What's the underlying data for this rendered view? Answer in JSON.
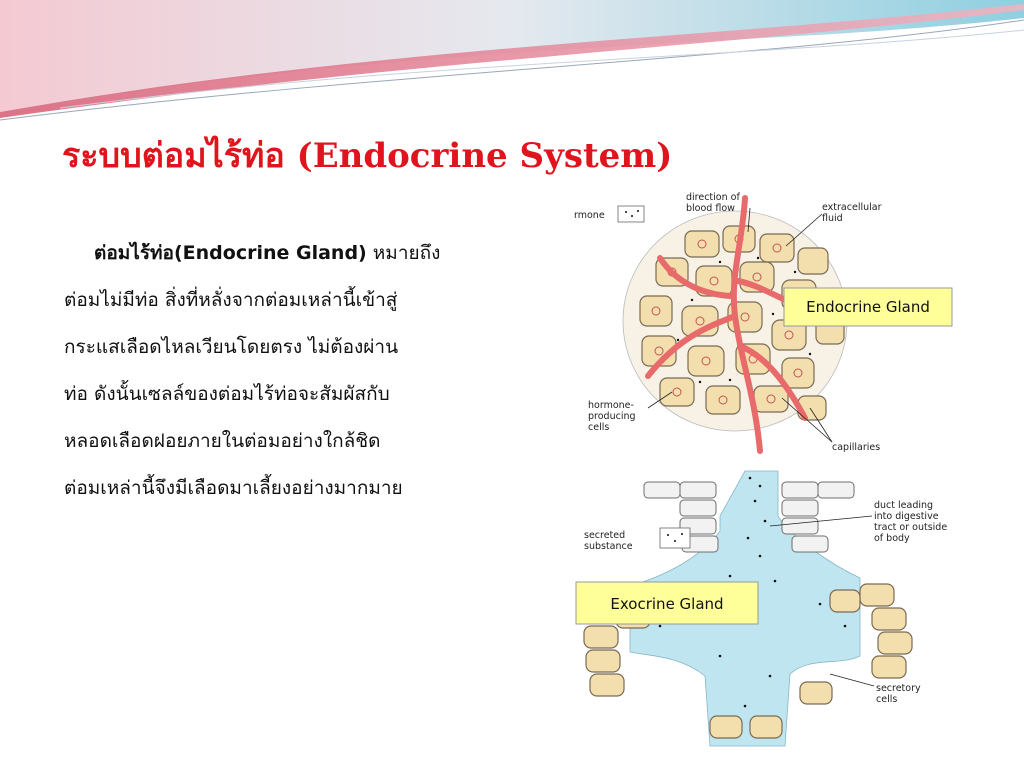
{
  "slide": {
    "title": "ระบบต่อมไร้ท่อ (Endocrine System)",
    "term": "ต่อมไร้ท่อ(Endocrine    Gland)",
    "line1_rest": " หมายถึง",
    "lines": [
      "ต่อมไม่มีท่อ สิ่งที่หลั่งจากต่อมเหล่านี้เข้าสู่",
      "กระแสเลือดไหลเวียนโดยตรง ไม่ต้องผ่าน",
      "ท่อ ดังนั้นเซลล์ของต่อมไร้ท่อจะสัมผัสกับ",
      "หลอดเลือดฝอยภายในต่อมอย่างใกล้ชิด",
      "ต่อมเหล่านี้จึงมีเลือดมาเลี้ยงอย่างมากมาย"
    ]
  },
  "figure": {
    "endocrine": {
      "box_label": "Endocrine Gland",
      "labels": {
        "hormone": "rmone",
        "direction_1": "direction of",
        "direction_2": "blood flow",
        "extracellular_1": "extracellular",
        "extracellular_2": "fluid",
        "hormone_cells_1": "hormone-",
        "hormone_cells_2": "producing",
        "hormone_cells_3": "cells",
        "capillaries": "capillaries"
      }
    },
    "exocrine": {
      "box_label": "Exocrine Gland",
      "labels": {
        "secreted_1": "secreted",
        "secreted_2": "substance",
        "duct_1": "duct leading",
        "duct_2": "into digestive",
        "duct_3": "tract or outside",
        "duct_4": "of body",
        "secretory_1": "secretory",
        "secretory_2": "cells"
      }
    },
    "colors": {
      "title": "#e0141c",
      "cell_fill": "#f3dfad",
      "vessel": "#e86a6a",
      "fluid": "#bfe6f0",
      "label_box": "#ffff99"
    }
  }
}
